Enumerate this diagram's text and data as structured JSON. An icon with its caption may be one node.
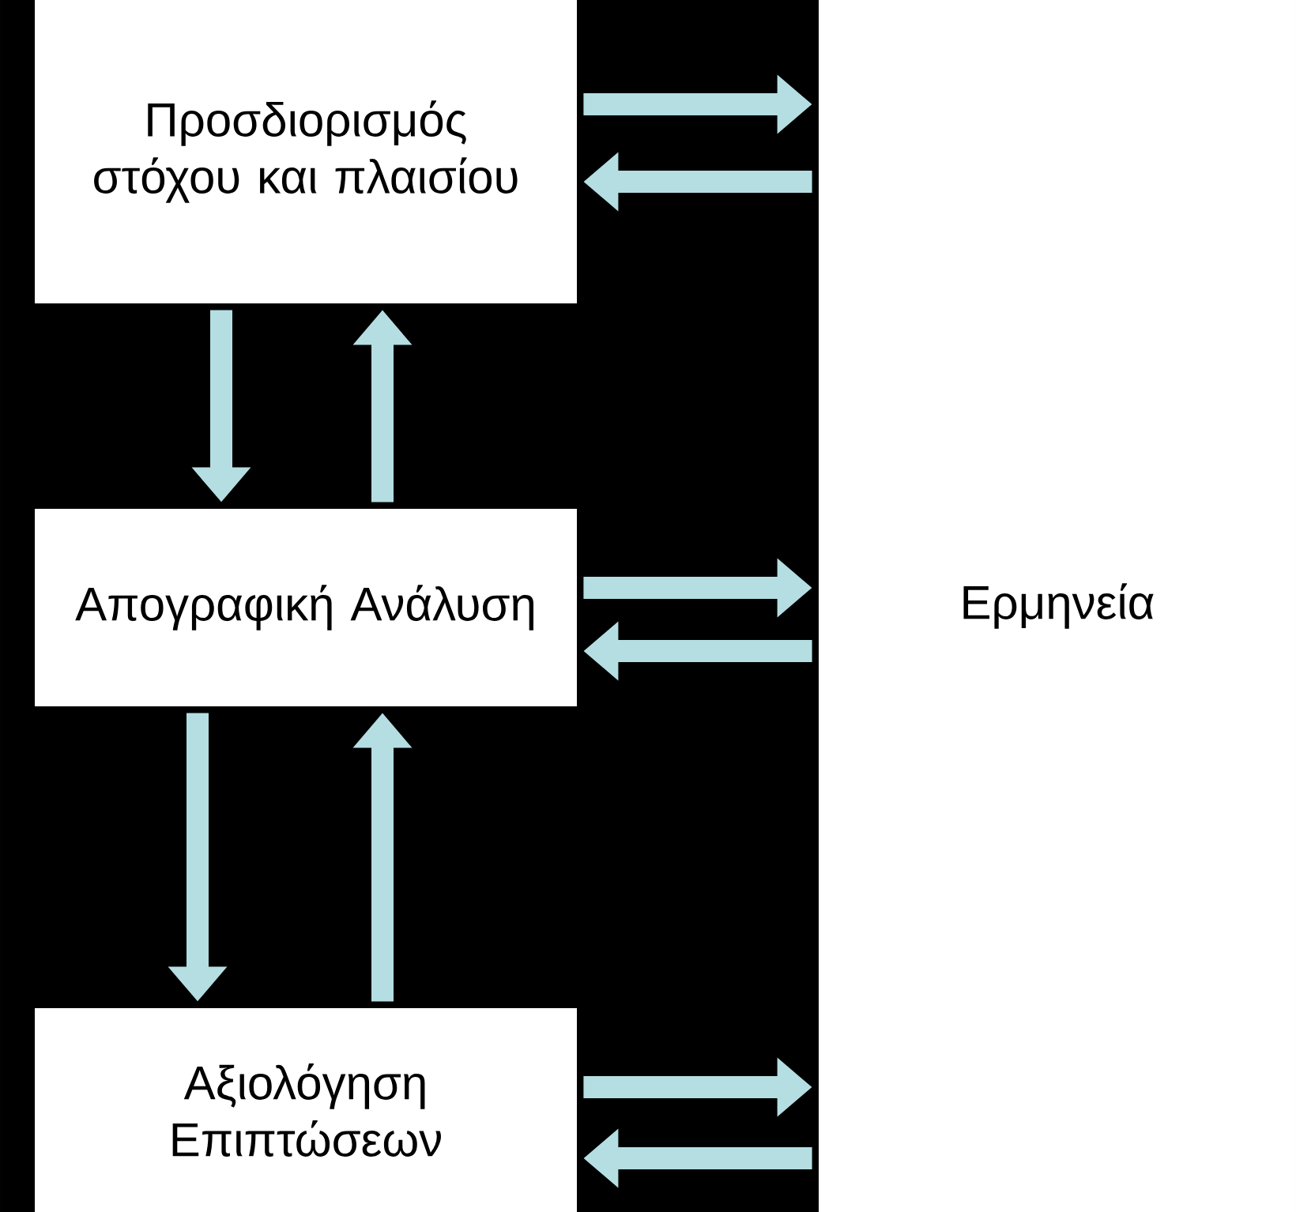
{
  "diagram": {
    "nodes": [
      {
        "text": [
          "Προσδιορισμός στόχου και πλαισίου"
        ]
      },
      {
        "text": [
          "Απογραφική Ανάλυση"
        ]
      },
      {
        "text": [
          "Αξιολόγηση Επιπτώσεων"
        ]
      },
      {
        "text": [
          "Ερμηνεία"
        ]
      }
    ],
    "edges": [
      {
        "from": 0,
        "to": 3,
        "arrow": "to"
      },
      {
        "from": 3,
        "to": 0,
        "arrow": "to"
      },
      {
        "from": 0,
        "to": 1,
        "arrow": "to"
      },
      {
        "from": 1,
        "to": 0,
        "arrow": "to"
      },
      {
        "from": 1,
        "to": 3,
        "arrow": "to"
      },
      {
        "from": 3,
        "to": 1,
        "arrow": "to"
      },
      {
        "from": 1,
        "to": 2,
        "arrow": "to"
      },
      {
        "from": 2,
        "to": 1,
        "arrow": "to"
      },
      {
        "from": 2,
        "to": 3,
        "arrow": "to"
      },
      {
        "from": 3,
        "to": 2,
        "arrow": "to"
      }
    ]
  }
}
